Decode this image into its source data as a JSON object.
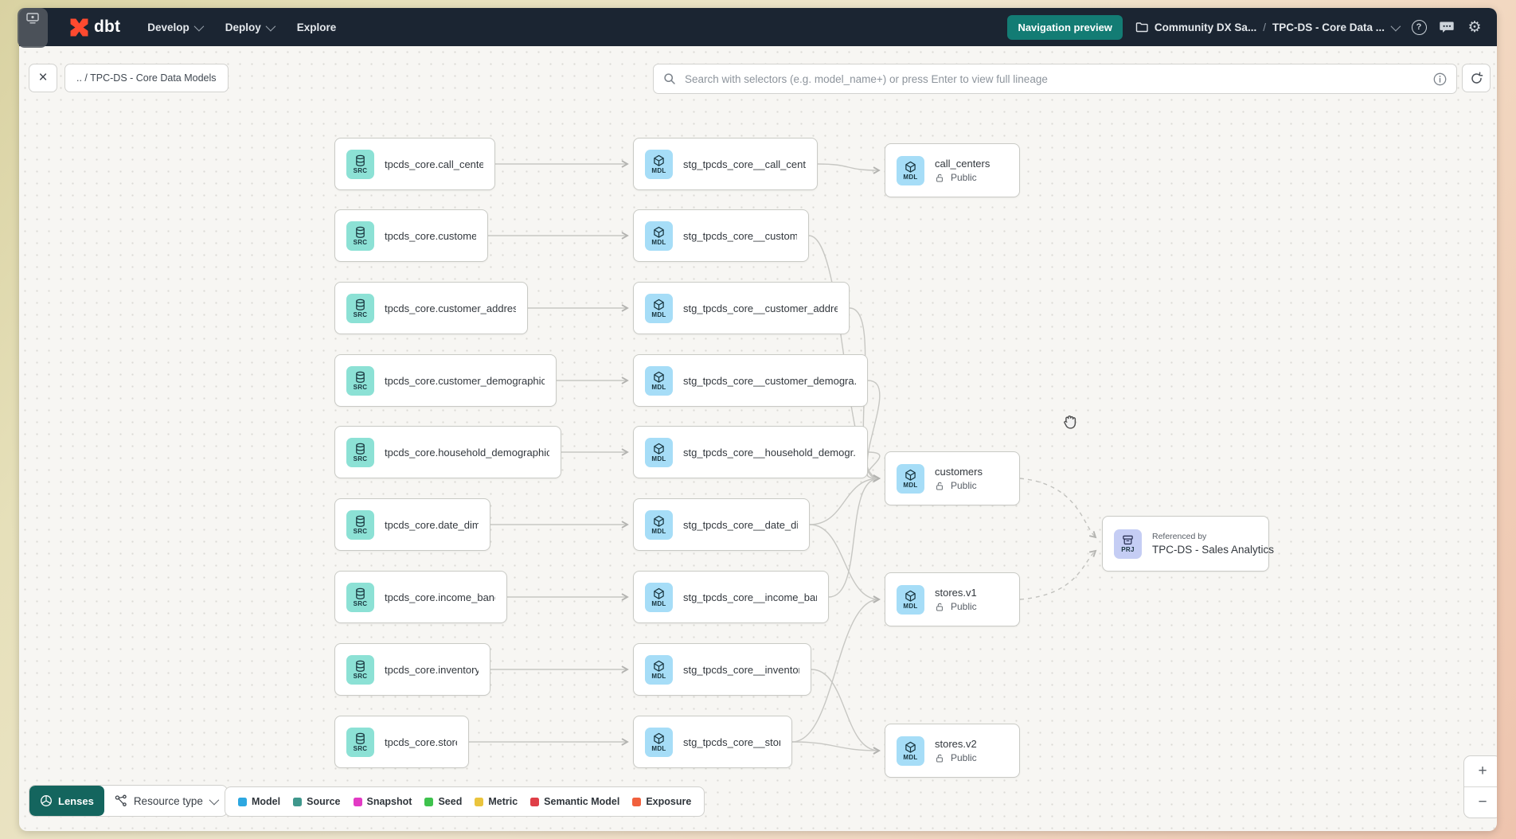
{
  "navbar": {
    "logo_text": "dbt",
    "menus": [
      {
        "label": "Develop",
        "has_chevron": true
      },
      {
        "label": "Deploy",
        "has_chevron": true
      },
      {
        "label": "Explore",
        "has_chevron": false
      }
    ],
    "preview_button_label": "Navigation preview",
    "breadcrumb_account": "Community DX Sa...",
    "breadcrumb_separator": "/",
    "breadcrumb_project": "TPC-DS - Core Data ..."
  },
  "toolbar": {
    "close_glyph": "×",
    "breadcrumb": ".. / TPC-DS - Core Data Models",
    "search_placeholder": "Search with selectors (e.g. model_name+) or press Enter to view full lineage"
  },
  "icons": {
    "help_glyph": "?",
    "settings_glyph": "⚙"
  },
  "graph": {
    "source_nodes": [
      {
        "type": "SRC",
        "label": "tpcds_core.call_center"
      },
      {
        "type": "SRC",
        "label": "tpcds_core.customer"
      },
      {
        "type": "SRC",
        "label": "tpcds_core.customer_address"
      },
      {
        "type": "SRC",
        "label": "tpcds_core.customer_demographics"
      },
      {
        "type": "SRC",
        "label": "tpcds_core.household_demographics"
      },
      {
        "type": "SRC",
        "label": "tpcds_core.date_dim"
      },
      {
        "type": "SRC",
        "label": "tpcds_core.income_band"
      },
      {
        "type": "SRC",
        "label": "tpcds_core.inventory"
      },
      {
        "type": "SRC",
        "label": "tpcds_core.store"
      }
    ],
    "staging_nodes": [
      {
        "type": "MDL",
        "label": "stg_tpcds_core__call_center"
      },
      {
        "type": "MDL",
        "label": "stg_tpcds_core__customer"
      },
      {
        "type": "MDL",
        "label": "stg_tpcds_core__customer_address"
      },
      {
        "type": "MDL",
        "label": "stg_tpcds_core__customer_demogra..."
      },
      {
        "type": "MDL",
        "label": "stg_tpcds_core__household_demogr..."
      },
      {
        "type": "MDL",
        "label": "stg_tpcds_core__date_dim"
      },
      {
        "type": "MDL",
        "label": "stg_tpcds_core__income_band"
      },
      {
        "type": "MDL",
        "label": "stg_tpcds_core__inventory"
      },
      {
        "type": "MDL",
        "label": "stg_tpcds_core__store"
      }
    ],
    "public_nodes": [
      {
        "type": "MDL",
        "label": "call_centers",
        "badge": "Public"
      },
      {
        "type": "MDL",
        "label": "customers",
        "badge": "Public"
      },
      {
        "type": "MDL",
        "label": "stores.v1",
        "badge": "Public"
      },
      {
        "type": "MDL",
        "label": "stores.v2",
        "badge": "Public"
      }
    ],
    "reference_node": {
      "type": "PRJ",
      "subtitle": "Referenced by",
      "label": "TPC-DS - Sales Analytics"
    }
  },
  "footer": {
    "lenses_label": "Lenses",
    "resource_type_label": "Resource type",
    "legend": [
      {
        "label": "Model",
        "color": "#2da7e0"
      },
      {
        "label": "Source",
        "color": "#3f978c"
      },
      {
        "label": "Snapshot",
        "color": "#e23ac4"
      },
      {
        "label": "Seed",
        "color": "#3ec24d"
      },
      {
        "label": "Metric",
        "color": "#eac43d"
      },
      {
        "label": "Semantic Model",
        "color": "#df3e47"
      },
      {
        "label": "Exposure",
        "color": "#f1603d"
      }
    ]
  },
  "zoom_controls": {
    "zoom_in_glyph": "+",
    "zoom_out_glyph": "−"
  },
  "colors": {
    "navbar_bg": "#1b2532",
    "accent_teal": "#137c74",
    "src_tile": "#8ce1d5",
    "mdl_tile": "#a6ddf7",
    "prj_tile": "#c5cdf4",
    "edge": "#c7c7c3"
  }
}
